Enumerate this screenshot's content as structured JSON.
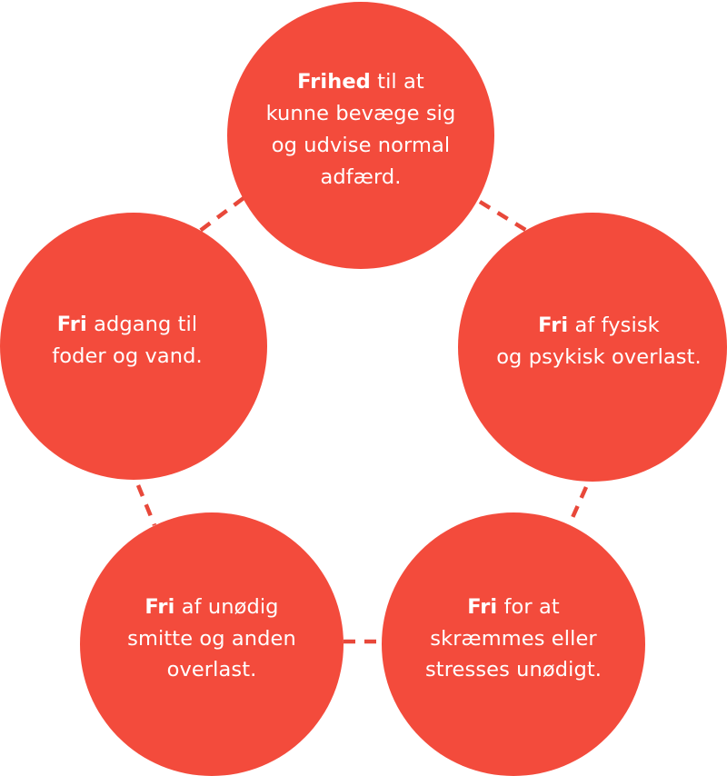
{
  "colors": {
    "circle_fill": "#f34b3c",
    "connector": "#e8483a",
    "text": "#ffffff"
  },
  "freedoms": {
    "top": {
      "bold": "Frihed",
      "rest1": " til at",
      "line2": "kunne bevæge sig",
      "line3": "og udvise normal",
      "line4": "adfærd."
    },
    "right": {
      "bold": "Fri",
      "rest1": " af fysisk",
      "line2": "og psykisk overlast."
    },
    "left": {
      "bold": "Fri",
      "rest1": " adgang til",
      "line2": "foder og vand."
    },
    "bottom_left": {
      "bold": "Fri",
      "rest1": " af unødig",
      "line2": "smitte og anden",
      "line3": "overlast."
    },
    "bottom_right": {
      "bold": "Fri",
      "rest1": " for at",
      "line2": "skræmmes eller",
      "line3": "stresses unødigt."
    }
  }
}
